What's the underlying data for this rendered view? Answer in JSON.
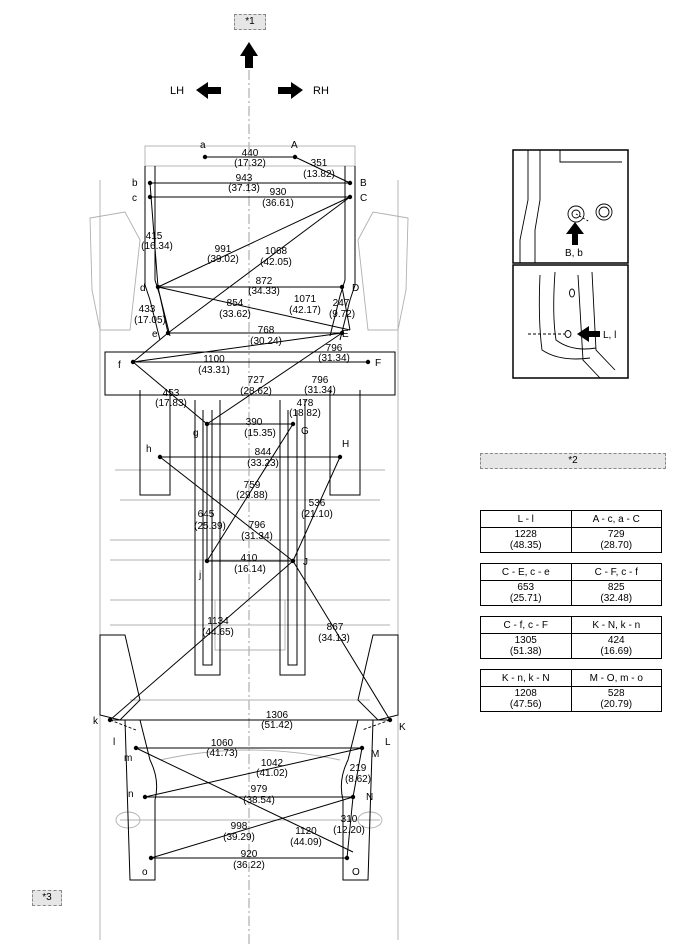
{
  "callouts": {
    "front": "*1",
    "table": "*2",
    "bottom": "*3"
  },
  "directions": {
    "left": "LH",
    "right": "RH"
  },
  "point_labels": [
    "a",
    "A",
    "b",
    "B",
    "c",
    "C",
    "d",
    "D",
    "e",
    "E",
    "f",
    "F",
    "g",
    "G",
    "h",
    "H",
    "j",
    "J",
    "k",
    "K",
    "l",
    "L",
    "m",
    "M",
    "n",
    "N",
    "o",
    "O"
  ],
  "dimensions": [
    {
      "mm": "440",
      "in": "(17.32)"
    },
    {
      "mm": "351",
      "in": "(13.82)"
    },
    {
      "mm": "943",
      "in": "(37.13)"
    },
    {
      "mm": "930",
      "in": "(36.61)"
    },
    {
      "mm": "415",
      "in": "(16.34)"
    },
    {
      "mm": "991",
      "in": "(39.02)"
    },
    {
      "mm": "1068",
      "in": "(42.05)"
    },
    {
      "mm": "872",
      "in": "(34.33)"
    },
    {
      "mm": "1071",
      "in": "(42.17)"
    },
    {
      "mm": "247",
      "in": "(9.72)"
    },
    {
      "mm": "433",
      "in": "(17.05)"
    },
    {
      "mm": "854",
      "in": "(33.62)"
    },
    {
      "mm": "768",
      "in": "(30.24)"
    },
    {
      "mm": "796",
      "in": "(31.34)"
    },
    {
      "mm": "1100",
      "in": "(43.31)"
    },
    {
      "mm": "727",
      "in": "(28.62)"
    },
    {
      "mm": "453",
      "in": "(17.83)"
    },
    {
      "mm": "478",
      "in": "(18.82)"
    },
    {
      "mm": "390",
      "in": "(15.35)"
    },
    {
      "mm": "844",
      "in": "(33.23)"
    },
    {
      "mm": "759",
      "in": "(29.88)"
    },
    {
      "mm": "536",
      "in": "(21.10)"
    },
    {
      "mm": "645",
      "in": "(25.39)"
    },
    {
      "mm": "796",
      "in": "(31.34)"
    },
    {
      "mm": "410",
      "in": "(16.14)"
    },
    {
      "mm": "1134",
      "in": "(44.65)"
    },
    {
      "mm": "867",
      "in": "(34.13)"
    },
    {
      "mm": "1306",
      "in": "(51.42)"
    },
    {
      "mm": "1060",
      "in": "(41.73)"
    },
    {
      "mm": "1042",
      "in": "(41.02)"
    },
    {
      "mm": "219",
      "in": "(8.62)"
    },
    {
      "mm": "979",
      "in": "(38.54)"
    },
    {
      "mm": "998",
      "in": "(39.29)"
    },
    {
      "mm": "1120",
      "in": "(44.09)"
    },
    {
      "mm": "310",
      "in": "(12.20)"
    },
    {
      "mm": "920",
      "in": "(36.22)"
    }
  ],
  "detail_views": {
    "top_label": "B, b",
    "bottom_label": "L, l"
  },
  "tables": [
    {
      "headers": [
        "L - l",
        "A - c, a - C"
      ],
      "mm": [
        "1228",
        "729"
      ],
      "in": [
        "(48.35)",
        "(28.70)"
      ]
    },
    {
      "headers": [
        "C - E, c - e",
        "C - F, c - f"
      ],
      "mm": [
        "653",
        "825"
      ],
      "in": [
        "(25.71)",
        "(32.48)"
      ]
    },
    {
      "headers": [
        "C - f, c - F",
        "K - N, k - n"
      ],
      "mm": [
        "1305",
        "424"
      ],
      "in": [
        "(51.38)",
        "(16.69)"
      ]
    },
    {
      "headers": [
        "K - n, k - N",
        "M - O, m - o"
      ],
      "mm": [
        "1208",
        "528"
      ],
      "in": [
        "(47.56)",
        "(20.79)"
      ]
    }
  ]
}
